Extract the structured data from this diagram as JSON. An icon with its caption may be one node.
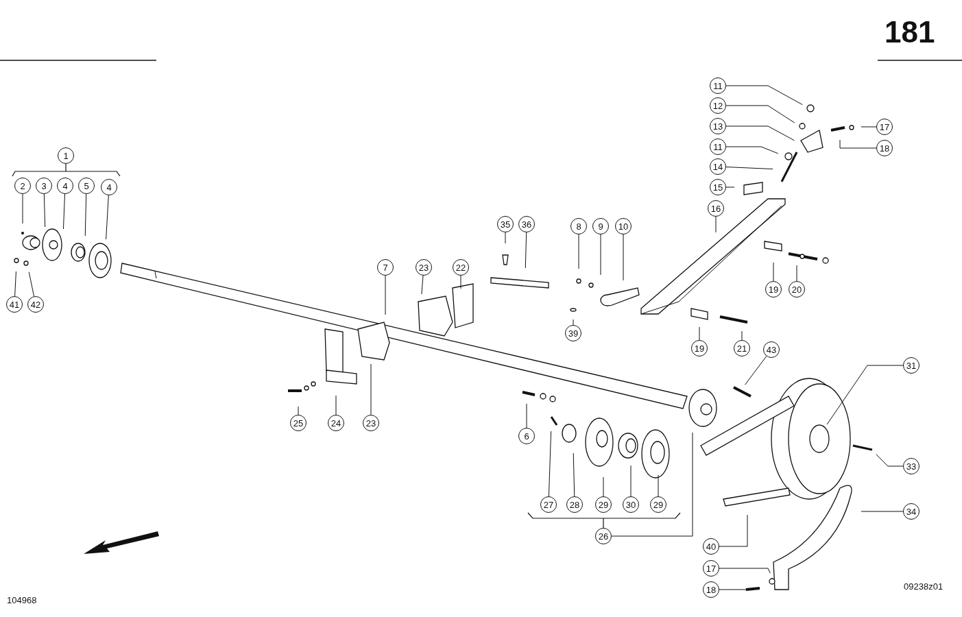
{
  "diagram": {
    "nodes": [
      {
        "text": [
          "1"
        ]
      },
      {
        "text": [
          "2"
        ]
      },
      {
        "text": [
          "3"
        ]
      },
      {
        "text": [
          "4"
        ]
      },
      {
        "text": [
          "5"
        ]
      },
      {
        "text": [
          "4"
        ]
      },
      {
        "text": [
          "41"
        ]
      },
      {
        "text": [
          "42"
        ]
      },
      {
        "text": [
          "7"
        ]
      },
      {
        "text": [
          "23"
        ]
      },
      {
        "text": [
          "22"
        ]
      },
      {
        "text": [
          "35"
        ]
      },
      {
        "text": [
          "36"
        ]
      },
      {
        "text": [
          "8"
        ]
      },
      {
        "text": [
          "9"
        ]
      },
      {
        "text": [
          "10"
        ]
      },
      {
        "text": [
          "39"
        ]
      },
      {
        "text": [
          "11"
        ]
      },
      {
        "text": [
          "12"
        ]
      },
      {
        "text": [
          "13"
        ]
      },
      {
        "text": [
          "11"
        ]
      },
      {
        "text": [
          "14"
        ]
      },
      {
        "text": [
          "15"
        ]
      },
      {
        "text": [
          "16"
        ]
      },
      {
        "text": [
          "17"
        ]
      },
      {
        "text": [
          "18"
        ]
      },
      {
        "text": [
          "19"
        ]
      },
      {
        "text": [
          "20"
        ]
      },
      {
        "text": [
          "19"
        ]
      },
      {
        "text": [
          "21"
        ]
      },
      {
        "text": [
          "43"
        ]
      },
      {
        "text": [
          "31"
        ]
      },
      {
        "text": [
          "33"
        ]
      },
      {
        "text": [
          "34"
        ]
      },
      {
        "text": [
          "25"
        ]
      },
      {
        "text": [
          "24"
        ]
      },
      {
        "text": [
          "23"
        ]
      },
      {
        "text": [
          "6"
        ]
      },
      {
        "text": [
          "27"
        ]
      },
      {
        "text": [
          "28"
        ]
      },
      {
        "text": [
          "29"
        ]
      },
      {
        "text": [
          "30"
        ]
      },
      {
        "text": [
          "29"
        ]
      },
      {
        "text": [
          "26"
        ]
      },
      {
        "text": [
          "40"
        ]
      },
      {
        "text": [
          "17"
        ]
      },
      {
        "text": [
          "18"
        ]
      }
    ],
    "edges": [
      {
        "from": 1,
        "to": null,
        "arrow": "none"
      },
      {
        "from": 2,
        "to": null,
        "arrow": "none"
      },
      {
        "from": 3,
        "to": null,
        "arrow": "none"
      },
      {
        "from": 4,
        "to": null,
        "arrow": "none"
      },
      {
        "from": 5,
        "to": null,
        "arrow": "none"
      },
      {
        "from": 6,
        "to": null,
        "arrow": "none"
      },
      {
        "from": 7,
        "to": null,
        "arrow": "none"
      },
      {
        "from": 8,
        "to": null,
        "arrow": "none"
      },
      {
        "from": 9,
        "to": null,
        "arrow": "none"
      },
      {
        "from": 10,
        "to": null,
        "arrow": "none"
      },
      {
        "from": 11,
        "to": null,
        "arrow": "none"
      },
      {
        "from": 12,
        "to": null,
        "arrow": "none"
      },
      {
        "from": 13,
        "to": null,
        "arrow": "none"
      },
      {
        "from": 14,
        "to": null,
        "arrow": "none"
      },
      {
        "from": 15,
        "to": null,
        "arrow": "none"
      },
      {
        "from": 16,
        "to": null,
        "arrow": "none"
      },
      {
        "from": 17,
        "to": null,
        "arrow": "none"
      },
      {
        "from": 18,
        "to": null,
        "arrow": "none"
      },
      {
        "from": 19,
        "to": null,
        "arrow": "none"
      },
      {
        "from": 20,
        "to": null,
        "arrow": "none"
      },
      {
        "from": 21,
        "to": null,
        "arrow": "none"
      },
      {
        "from": 22,
        "to": null,
        "arrow": "none"
      },
      {
        "from": 23,
        "to": null,
        "arrow": "none"
      },
      {
        "from": 24,
        "to": null,
        "arrow": "none"
      },
      {
        "from": 25,
        "to": null,
        "arrow": "none"
      },
      {
        "from": 26,
        "to": null,
        "arrow": "none"
      },
      {
        "from": 27,
        "to": null,
        "arrow": "none"
      },
      {
        "from": 28,
        "to": null,
        "arrow": "none"
      },
      {
        "from": 29,
        "to": null,
        "arrow": "none"
      },
      {
        "from": 30,
        "to": null,
        "arrow": "none"
      },
      {
        "from": 31,
        "to": null,
        "arrow": "none"
      },
      {
        "from": 32,
        "to": null,
        "arrow": "none"
      },
      {
        "from": 33,
        "to": null,
        "arrow": "none"
      },
      {
        "from": 34,
        "to": null,
        "arrow": "none"
      },
      {
        "from": 35,
        "to": null,
        "arrow": "none"
      },
      {
        "from": 36,
        "to": null,
        "arrow": "none"
      },
      {
        "from": 37,
        "to": null,
        "arrow": "none"
      },
      {
        "from": 38,
        "to": null,
        "arrow": "none"
      },
      {
        "from": 39,
        "to": null,
        "arrow": "none"
      },
      {
        "from": 40,
        "to": null,
        "arrow": "none"
      },
      {
        "from": 41,
        "to": null,
        "arrow": "none"
      },
      {
        "from": 42,
        "to": null,
        "arrow": "none"
      },
      {
        "from": 43,
        "to": null,
        "arrow": "none"
      },
      {
        "from": 44,
        "to": null,
        "arrow": "none"
      },
      {
        "from": 45,
        "to": null,
        "arrow": "none"
      },
      {
        "from": 46,
        "to": null,
        "arrow": "none"
      }
    ],
    "labels": [
      "181",
      "104968",
      "09238z01"
    ]
  }
}
